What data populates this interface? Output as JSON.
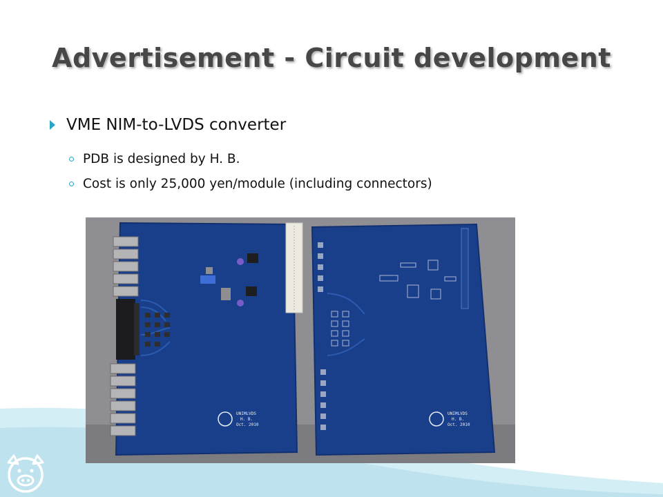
{
  "slide": {
    "title": "Advertisement - Circuit development",
    "bullets": [
      {
        "text": "VME NIM-to-LVDS converter",
        "icon": "arrow-bullet-icon",
        "sub": [
          {
            "text": "PDB is designed by H. B.",
            "icon": "ring-bullet-icon"
          },
          {
            "text": "Cost is only 25,000 yen/module (including connectors)",
            "icon": "ring-bullet-icon"
          }
        ]
      }
    ]
  },
  "photo": {
    "silkscreen_left": [
      "UNIMLVDS",
      "H. B.",
      "Oct. 2010"
    ],
    "silkscreen_right": [
      "UNIMLVDS",
      "H. B.",
      "Oct. 2010"
    ]
  },
  "theme": {
    "accent": "#2aa3c9",
    "board": "#1a3f8a",
    "wave": "#bfe2ef",
    "title": "#474747"
  },
  "logo": {
    "name": "pig-face-icon"
  }
}
